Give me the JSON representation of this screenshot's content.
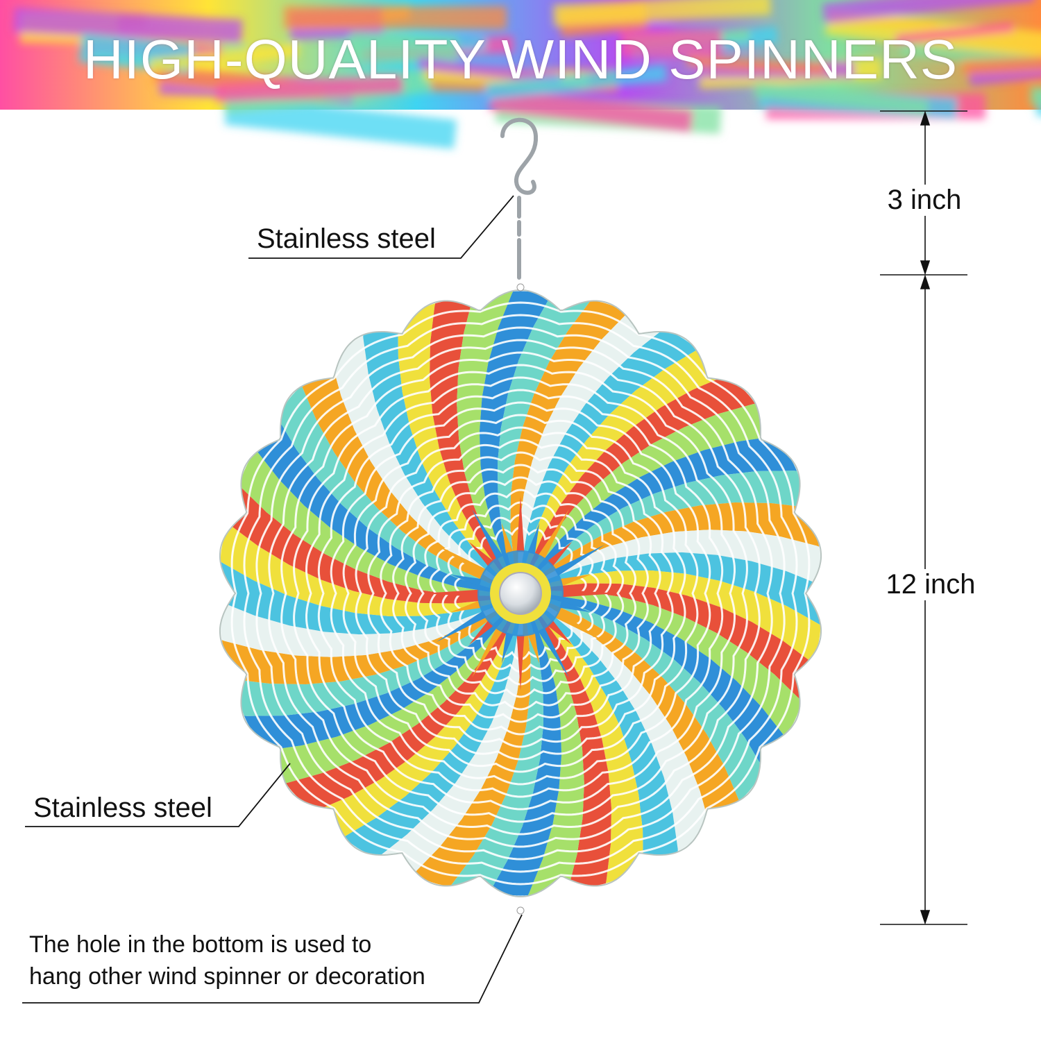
{
  "banner": {
    "title": "HIGH-QUALITY WIND SPINNERS",
    "colors": [
      "#ff4fa3",
      "#ffe436",
      "#3fd4f2",
      "#b64df0",
      "#7fe0a0",
      "#ff8a3d"
    ]
  },
  "callouts": {
    "hook": "Stainless steel",
    "disc": "Stainless steel",
    "hole_line1": "The hole in the bottom is used to",
    "hole_line2": "hang other wind spinner or decoration"
  },
  "dimensions": {
    "hook_length": "3 inch",
    "diameter": "12 inch"
  },
  "spinner": {
    "colors": [
      "#4cc3e0",
      "#f0e03c",
      "#e8503a",
      "#a6e06a",
      "#2f8fd8",
      "#6ed6c8",
      "#f5a623",
      "#e8f2f0"
    ]
  }
}
